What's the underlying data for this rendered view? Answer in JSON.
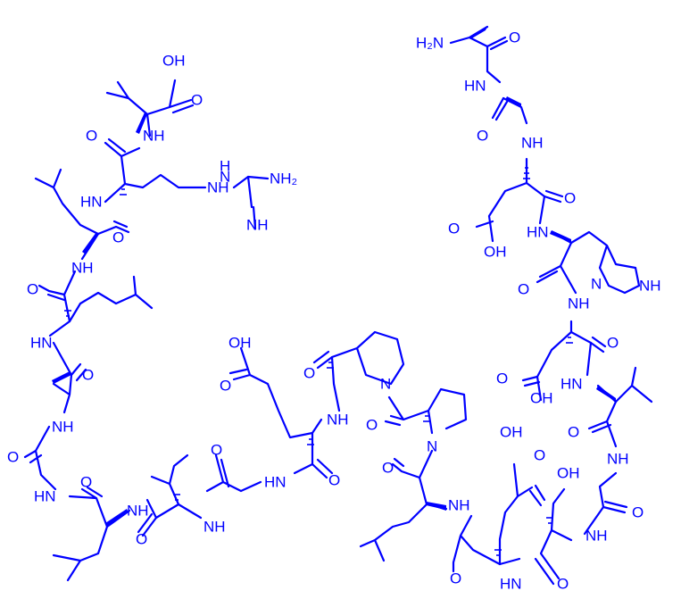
{
  "colors": {
    "structure": "#0000ff",
    "background": "#ffffff"
  },
  "atoms": {
    "a1": {
      "text": "H₂N"
    },
    "a2": {
      "text": "O"
    },
    "a3": {
      "text": "HN"
    },
    "a4": {
      "text": "O"
    },
    "a5": {
      "text": "NH"
    },
    "a6": {
      "text": "O"
    },
    "a7": {
      "text": "HN"
    },
    "a8": {
      "text": "O"
    },
    "a9": {
      "text": "OH"
    },
    "a10": {
      "text": "N"
    },
    "a11": {
      "text": "NH"
    },
    "a12": {
      "text": "O"
    },
    "a13": {
      "text": "NH"
    },
    "a14": {
      "text": "O"
    },
    "a15": {
      "text": "O"
    },
    "a16": {
      "text": "OH"
    },
    "a17": {
      "text": "HN"
    },
    "a18": {
      "text": "O"
    },
    "a19": {
      "text": "NH"
    },
    "a20": {
      "text": "O"
    },
    "a21": {
      "text": "OH"
    },
    "a22": {
      "text": "O"
    },
    "a23": {
      "text": "NH"
    },
    "a24": {
      "text": "O"
    },
    "a25": {
      "text": "O"
    },
    "a26": {
      "text": "HN"
    },
    "a27": {
      "text": "O"
    },
    "a28": {
      "text": "NH"
    },
    "a29": {
      "text": "O"
    },
    "a30": {
      "text": "N"
    },
    "a31": {
      "text": "O"
    },
    "a32": {
      "text": "N"
    },
    "a33": {
      "text": "O"
    },
    "a34": {
      "text": "OH"
    },
    "a35": {
      "text": "O"
    },
    "a36": {
      "text": "NH"
    },
    "a37": {
      "text": "O"
    },
    "a38": {
      "text": "HN"
    },
    "a39": {
      "text": "NH"
    },
    "a40": {
      "text": "O"
    },
    "a41": {
      "text": "NH"
    },
    "a42": {
      "text": "O"
    },
    "a43": {
      "text": "HN"
    },
    "a44": {
      "text": "O"
    },
    "a45": {
      "text": "NH"
    },
    "a46": {
      "text": "O"
    },
    "a47": {
      "text": "O"
    },
    "a48": {
      "text": "HN"
    },
    "a49": {
      "text": "NH"
    },
    "a50": {
      "text": "O"
    },
    "a51": {
      "text": "O"
    },
    "a52": {
      "text": "NH"
    },
    "a53": {
      "text": "O"
    },
    "a54": {
      "text": "HN"
    },
    "a55": {
      "text": "O"
    },
    "a56": {
      "text": "NH"
    },
    "a57": {
      "text": "OH"
    },
    "a58": {
      "text": "O"
    },
    "a59": {
      "text": "NH"
    },
    "a60": {
      "text": "O"
    },
    "a61": {
      "text": "HN"
    },
    "a62": {
      "text": "H"
    },
    "a63": {
      "text": "N"
    },
    "a64": {
      "text": "NH₂"
    },
    "a65": {
      "text": "NH"
    }
  }
}
